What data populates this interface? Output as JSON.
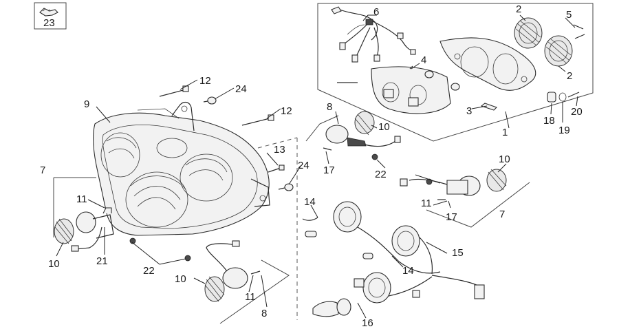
{
  "callouts": [
    {
      "id": "c1",
      "text": "1"
    },
    {
      "id": "c2a",
      "text": "2"
    },
    {
      "id": "c2b",
      "text": "2"
    },
    {
      "id": "c3",
      "text": "3"
    },
    {
      "id": "c4",
      "text": "4"
    },
    {
      "id": "c5",
      "text": "5"
    },
    {
      "id": "c6",
      "text": "6"
    },
    {
      "id": "c7a",
      "text": "7"
    },
    {
      "id": "c7b",
      "text": "7"
    },
    {
      "id": "c8a",
      "text": "8"
    },
    {
      "id": "c8b",
      "text": "8"
    },
    {
      "id": "c9",
      "text": "9"
    },
    {
      "id": "c10a",
      "text": "10"
    },
    {
      "id": "c10b",
      "text": "10"
    },
    {
      "id": "c10c",
      "text": "10"
    },
    {
      "id": "c10d",
      "text": "10"
    },
    {
      "id": "c11a",
      "text": "11"
    },
    {
      "id": "c11b",
      "text": "11"
    },
    {
      "id": "c11c",
      "text": "11"
    },
    {
      "id": "c12a",
      "text": "12"
    },
    {
      "id": "c12b",
      "text": "12"
    },
    {
      "id": "c13",
      "text": "13"
    },
    {
      "id": "c14a",
      "text": "14"
    },
    {
      "id": "c14b",
      "text": "14"
    },
    {
      "id": "c15",
      "text": "15"
    },
    {
      "id": "c16",
      "text": "16"
    },
    {
      "id": "c17a",
      "text": "17"
    },
    {
      "id": "c17b",
      "text": "17"
    },
    {
      "id": "c18",
      "text": "18"
    },
    {
      "id": "c19",
      "text": "19"
    },
    {
      "id": "c20",
      "text": "20"
    },
    {
      "id": "c21",
      "text": "21"
    },
    {
      "id": "c22a",
      "text": "22"
    },
    {
      "id": "c22b",
      "text": "22"
    },
    {
      "id": "c23",
      "text": "23"
    },
    {
      "id": "c24a",
      "text": "24"
    },
    {
      "id": "c24b",
      "text": "24"
    }
  ]
}
